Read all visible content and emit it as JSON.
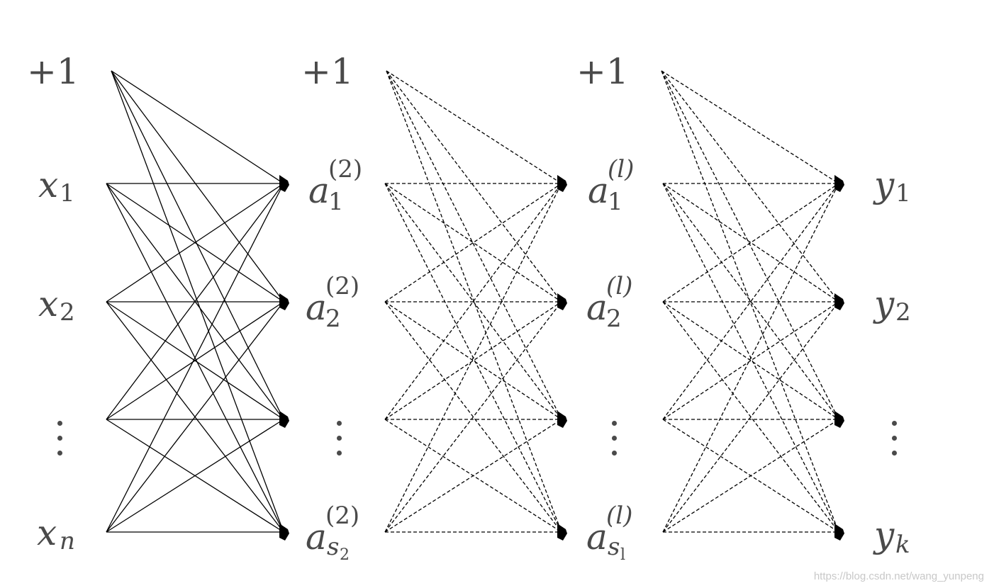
{
  "diagram": {
    "input_layer": {
      "bias": "+1",
      "nodes": [
        {
          "base": "x",
          "sub": "1"
        },
        {
          "base": "x",
          "sub": "2"
        },
        {
          "dots": true
        },
        {
          "base": "x",
          "sub": "n"
        }
      ]
    },
    "hidden_layer_2": {
      "bias": "+1",
      "nodes": [
        {
          "base": "a",
          "sup": "(2)",
          "sub": "1"
        },
        {
          "base": "a",
          "sup": "(2)",
          "sub": "2"
        },
        {
          "dots": true
        },
        {
          "base": "a",
          "sup": "(2)",
          "sub": "s",
          "sub2": "2"
        }
      ]
    },
    "hidden_layer_l": {
      "bias": "+1",
      "nodes": [
        {
          "base": "a",
          "sup": "(l)",
          "sub": "1"
        },
        {
          "base": "a",
          "sup": "(l)",
          "sub": "2"
        },
        {
          "dots": true
        },
        {
          "base": "a",
          "sup": "(l)",
          "sub": "s",
          "sub2": "l"
        }
      ]
    },
    "output_layer": {
      "nodes": [
        {
          "base": "y",
          "sub": "1"
        },
        {
          "base": "y",
          "sub": "2"
        },
        {
          "dots": true
        },
        {
          "base": "y",
          "sub": "k"
        }
      ]
    },
    "connections": [
      {
        "from": "input_layer",
        "to": "hidden_layer_2",
        "style": "solid"
      },
      {
        "from": "hidden_layer_2",
        "to": "hidden_layer_l",
        "style": "dashed"
      },
      {
        "from": "hidden_layer_l",
        "to": "output_layer",
        "style": "dashed"
      }
    ],
    "line_color": "#000000",
    "label_color": "#4a4a4a"
  },
  "watermark": "https://blog.csdn.net/wang_yunpeng"
}
